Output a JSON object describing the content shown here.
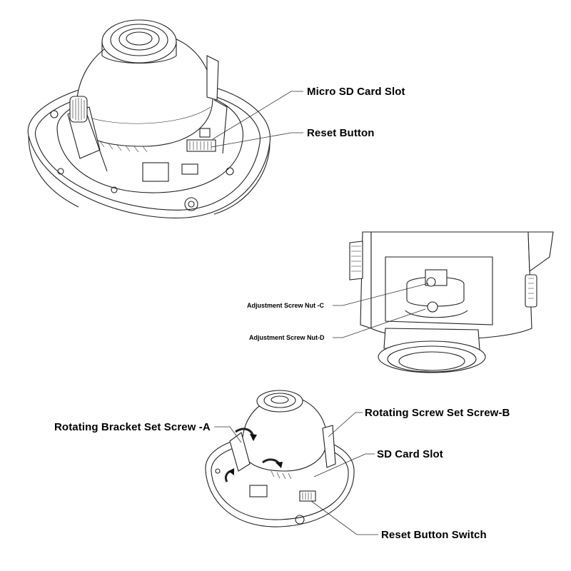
{
  "labels": {
    "micro_sd_card_slot": "Micro SD Card Slot",
    "reset_button": "Reset Button",
    "adjustment_screw_nut_c": "Adjustment Screw Nut -C",
    "adjustment_screw_nut_d": "Adjustment Screw Nut-D",
    "rotating_bracket_set_screw_a": "Rotating Bracket Set Screw -A",
    "rotating_screw_set_screw_b": "Rotating Screw Set Screw-B",
    "sd_card_slot": "SD Card Slot",
    "reset_button_switch": "Reset Button Switch"
  },
  "colors": {
    "line": "#222222",
    "background": "#ffffff"
  }
}
